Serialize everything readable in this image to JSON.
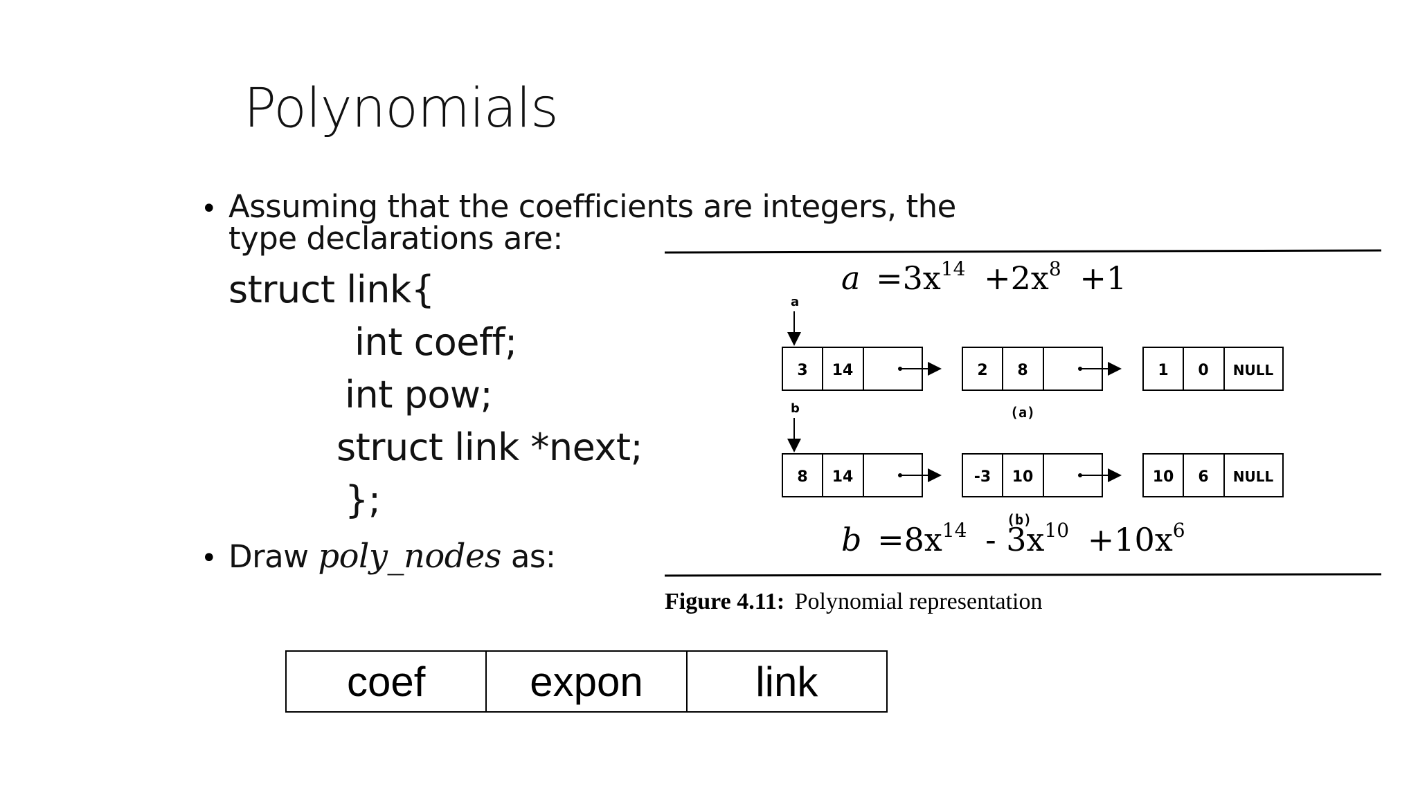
{
  "slide": {
    "title": "Polynomials",
    "bullet1_line1": "Assuming that the coefficients are integers, the",
    "bullet1_line2": "type declarations are:",
    "code": [
      "struct link{",
      "int coeff;",
      "int pow;",
      "struct link *next;",
      "};"
    ],
    "bullet2_prefix": "Draw",
    "bullet2_italic": "poly_nodes",
    "bullet2_suffix": "as:"
  },
  "figure": {
    "eq_a_lhs": "a",
    "eq_a_terms": [
      {
        "c": "=3x",
        "e": "14"
      },
      {
        "c": "+2x",
        "e": "8"
      },
      {
        "c": "+1",
        "e": ""
      }
    ],
    "label_a": "a",
    "label_b": "b",
    "list_a": [
      [
        "3",
        "14"
      ],
      [
        "2",
        "8"
      ],
      [
        "1",
        "0",
        "NULL"
      ]
    ],
    "list_b": [
      [
        "8",
        "14"
      ],
      [
        "-3",
        "10"
      ],
      [
        "10",
        "6",
        "NULL"
      ]
    ],
    "caption_a": "(a)",
    "caption_b": "(b)",
    "eq_b_lhs": "b",
    "eq_b_terms": [
      {
        "c": "=8x",
        "e": "14"
      },
      {
        "c": "- 3x",
        "e": "10"
      },
      {
        "c": "+10x",
        "e": "6"
      }
    ],
    "caption_bold": "Figure 4.11:",
    "caption_text": "Polynomial representation"
  },
  "poly_node": {
    "fields": [
      "coef",
      "expon",
      "link"
    ]
  }
}
